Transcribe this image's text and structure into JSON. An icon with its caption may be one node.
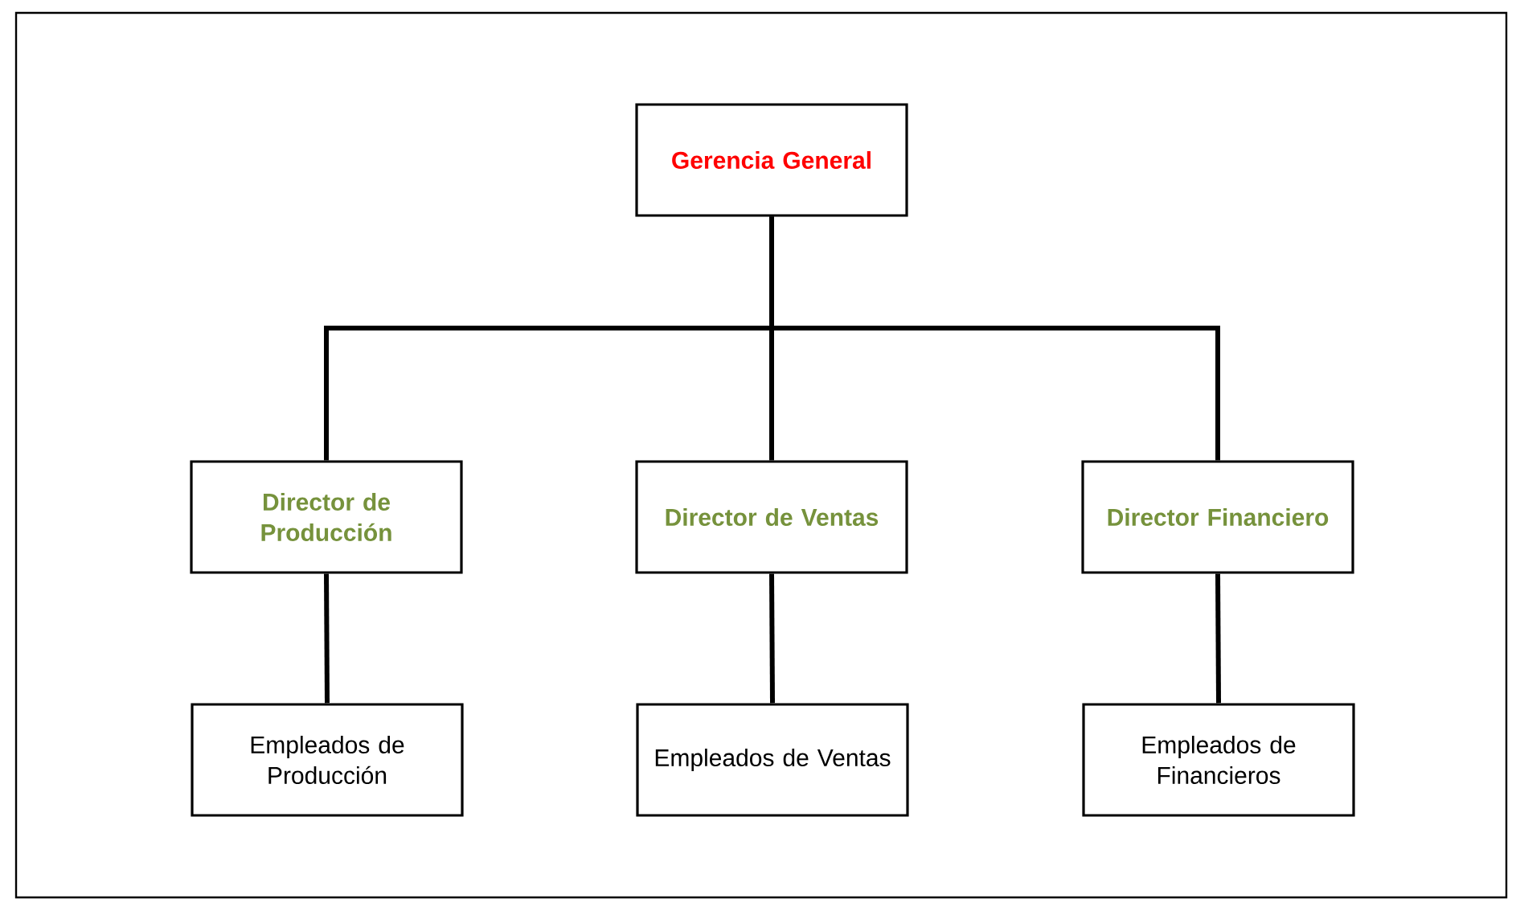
{
  "diagram": {
    "nodes": [
      {
        "text": [
          "Gerencia General"
        ]
      },
      {
        "text": [
          "Director de Producción"
        ]
      },
      {
        "text": [
          "Director de Ventas"
        ]
      },
      {
        "text": [
          "Director Financiero"
        ]
      },
      {
        "text": [
          "Empleados de Producción"
        ]
      },
      {
        "text": [
          "Empleados de Ventas"
        ]
      },
      {
        "text": [
          "Empleados de Financieros"
        ]
      }
    ],
    "edges": [
      {
        "from": 0,
        "to": 1,
        "arrow": "none"
      },
      {
        "from": 0,
        "to": 2,
        "arrow": "none"
      },
      {
        "from": 0,
        "to": 3,
        "arrow": "none"
      },
      {
        "from": 1,
        "to": 4,
        "arrow": "none"
      },
      {
        "from": 2,
        "to": 5,
        "arrow": "none"
      },
      {
        "from": 3,
        "to": 6,
        "arrow": "none"
      }
    ]
  }
}
